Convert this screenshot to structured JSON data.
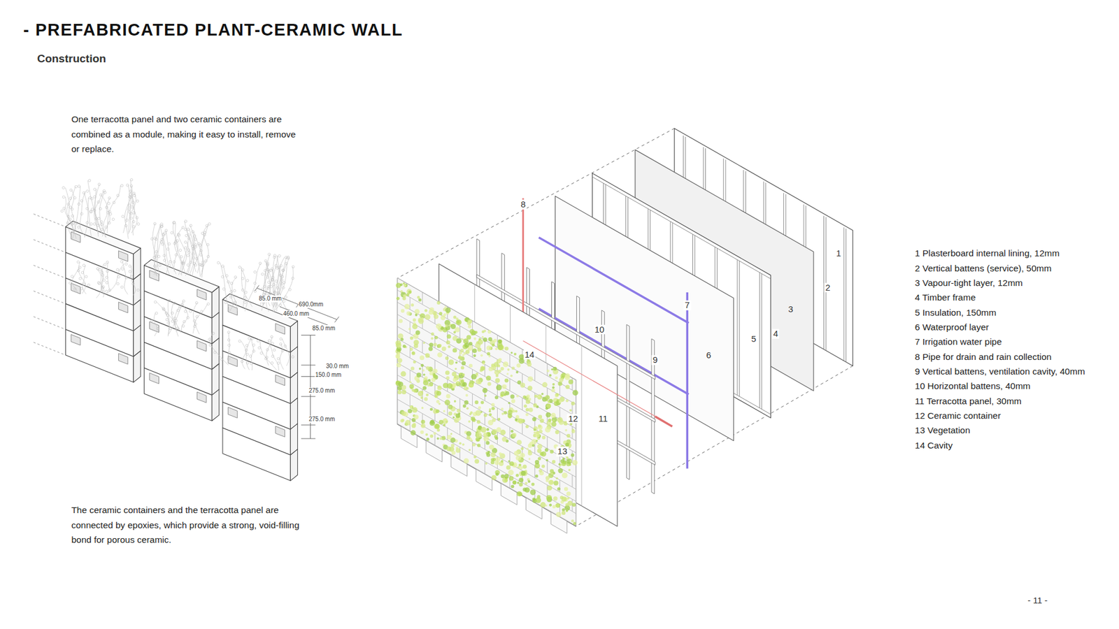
{
  "diagram": {
    "title": "- PREFABRICATED PLANT-CERAMIC WALL",
    "labels": [
      "Construction",
      "One terracotta panel and two ceramic containers are combined as a module, making it easy to install, remove or replace.",
      "The ceramic containers and the terracotta panel are connected by epoxies, which provide a strong, void-filling bond for porous ceramic.",
      "85.0 mm",
      "690.0mm",
      "460.0 mm",
      "85.0 mm",
      "30.0 mm",
      "150.0 mm",
      "275.0 mm",
      "275.0 mm",
      "8",
      "7",
      "10",
      "14",
      "9",
      "6",
      "5",
      "4",
      "3",
      "2",
      "1",
      "12",
      "11",
      "13",
      "1 Plasterboard internal lining, 12mm",
      "2 Vertical battens (service), 50mm",
      "3 Vapour-tight layer, 12mm",
      "4 Timber frame",
      "5 Insulation, 150mm",
      "6 Waterproof layer",
      "7 Irrigation water pipe",
      "8 Pipe for drain and rain collection",
      "9 Vertical battens, ventilation cavity, 40mm",
      "10 Horizontal battens, 40mm",
      "11 Terracotta panel, 30mm",
      "12 Ceramic container",
      "13 Vegetation",
      "14 Cavity",
      "- 11 -"
    ]
  }
}
